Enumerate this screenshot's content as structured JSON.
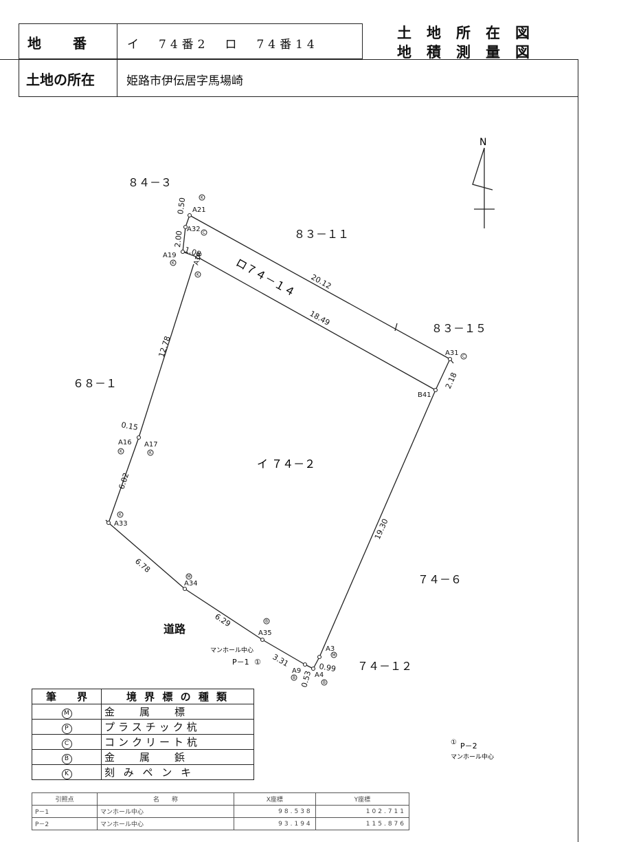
{
  "header": {
    "chiban_label": "地　　番",
    "chiban_value": "イ　74番2　ロ　74番14",
    "shozai_label": "土地の所在",
    "shozai_value": "姫路市伊伝居字馬場崎",
    "title_line1": "土地所在図",
    "title_line2": "地積測量図"
  },
  "north_label": "N",
  "neighbors": {
    "n84_3": "８４－３",
    "n83_11": "８３－１１",
    "n83_15": "８３－１５",
    "n68_1": "６８－１",
    "n74_6": "７４－６",
    "n74_12": "７４－１２",
    "road": "道路"
  },
  "parcels": {
    "ro": "ロ７４－１４",
    "i": "イ ７４－２"
  },
  "distances": {
    "d050": "0.50",
    "d200": "2.00",
    "d108": "1.08",
    "d2012": "20.12",
    "d1849": "18.49",
    "d1278": "12.78",
    "d218": "2.18",
    "d015": "0.15",
    "d602": "6.02",
    "d1930": "19.30",
    "d678": "6.78",
    "d629": "6.29",
    "d331": "3.31",
    "d099": "0.99",
    "d053": "0.53"
  },
  "points": {
    "A21": "A21",
    "A32": "A32",
    "A19": "A19",
    "A18": "A18",
    "A31": "A31",
    "B41": "B41",
    "A16": "A16",
    "A17": "A17",
    "A33": "A33",
    "A34": "A34",
    "A35": "A35",
    "A3": "A3",
    "A9": "A9",
    "A4": "A4"
  },
  "markers": {
    "m21": "K",
    "m32": "C",
    "m19": "K",
    "m18": "K",
    "m31": "C",
    "m16": "K",
    "m17": "K",
    "m33": "K",
    "m34": "M",
    "m35": "B",
    "m3": "M",
    "m9": "B",
    "m4": "B"
  },
  "manholes": {
    "p1_caption": "マンホール中心",
    "p1_label": "P－1",
    "p1_symbol": "①",
    "p2_symbol": "①",
    "p2_label": "P－2",
    "p2_caption": "マンホール中心"
  },
  "legend": {
    "head_left": "筆　　界",
    "head_right": "境 界 標 の 種 類",
    "rows": [
      {
        "sym": "M",
        "name": "金　　属　　標"
      },
      {
        "sym": "P",
        "name": "プラスチック杭"
      },
      {
        "sym": "C",
        "name": "コンクリート杭"
      },
      {
        "sym": "B",
        "name": "金　　属　　鋲"
      },
      {
        "sym": "K",
        "name": "刻 み ペ ン キ"
      }
    ]
  },
  "reference": {
    "headers": [
      "引照点",
      "名　　称",
      "X座標",
      "Y座標"
    ],
    "rows": [
      [
        "P－1",
        "マンホール中心",
        "98.538",
        "102.711"
      ],
      [
        "P－2",
        "マンホール中心",
        "93.194",
        "115.876"
      ]
    ]
  }
}
